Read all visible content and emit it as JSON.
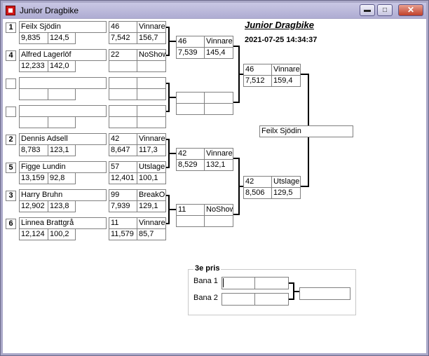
{
  "window": {
    "title": "Junior Dragbike"
  },
  "header": {
    "title": "Junior Dragbike",
    "datetime": "2021-07-25 14:34:37"
  },
  "round1": [
    {
      "seed": "1",
      "name": "Feilx Sjödin",
      "rt": "9,835",
      "time": "124,5"
    },
    {
      "seed": "4",
      "name": "Alfred Lagerlöf",
      "rt": "12,233",
      "time": "142,0"
    },
    {
      "seed": "",
      "name": "",
      "rt": "",
      "time": ""
    },
    {
      "seed": "",
      "name": "",
      "rt": "",
      "time": ""
    },
    {
      "seed": "2",
      "name": "Dennis Adsell",
      "rt": "8,783",
      "time": "123,1"
    },
    {
      "seed": "5",
      "name": "Figge  Lundin",
      "rt": "13,159",
      "time": "92,8"
    },
    {
      "seed": "3",
      "name": "Harry Bruhn",
      "rt": "12,902",
      "time": "123,8"
    },
    {
      "seed": "6",
      "name": "Linnea Brattgrå",
      "rt": "12,124",
      "time": "100,2"
    }
  ],
  "round1_results": [
    {
      "num": "46",
      "status": "Vinnare",
      "rt": "7,542",
      "time": "156,7"
    },
    {
      "num": "22",
      "status": "NoShow",
      "rt": "",
      "time": ""
    },
    {
      "num": "",
      "status": "",
      "rt": "",
      "time": ""
    },
    {
      "num": "",
      "status": "",
      "rt": "",
      "time": ""
    },
    {
      "num": "42",
      "status": "Vinnare",
      "rt": "8,647",
      "time": "117,3"
    },
    {
      "num": "57",
      "status": "Utslagen",
      "rt": "12,401",
      "time": "100,1"
    },
    {
      "num": "99",
      "status": "BreakOut",
      "rt": "7,939",
      "time": "129,1"
    },
    {
      "num": "11",
      "status": "Vinnare",
      "rt": "11,579",
      "time": "85,7"
    }
  ],
  "round2": [
    {
      "num": "46",
      "status": "Vinnare",
      "rt": "7,539",
      "time": "145,4"
    },
    {
      "num": "",
      "status": "",
      "rt": "",
      "time": ""
    },
    {
      "num": "42",
      "status": "Vinnare",
      "rt": "8,529",
      "time": "132,1"
    },
    {
      "num": "11",
      "status": "NoShow",
      "rt": "",
      "time": ""
    }
  ],
  "round3": [
    {
      "num": "46",
      "status": "Vinnare",
      "rt": "7,512",
      "time": "159,4"
    },
    {
      "num": "42",
      "status": "Utslagen",
      "rt": "8,506",
      "time": "129,5"
    }
  ],
  "winner": {
    "name": "Feilx Sjödin"
  },
  "third_place": {
    "title": "3e pris",
    "lane1_label": "Bana 1",
    "lane2_label": "Bana 2",
    "winner": ""
  }
}
